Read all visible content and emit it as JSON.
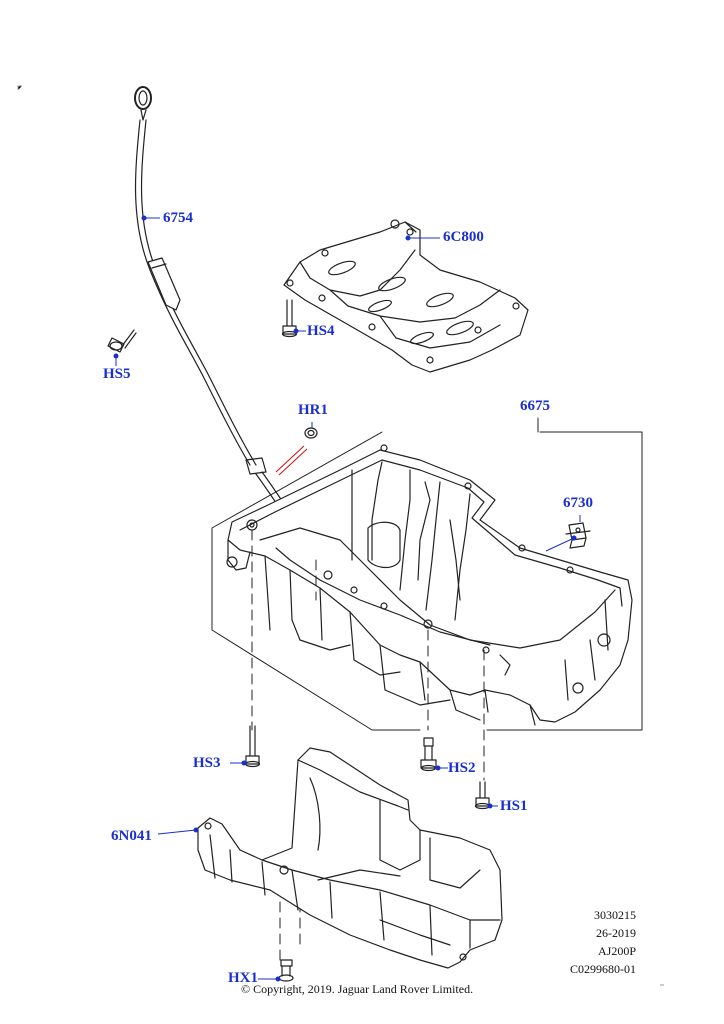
{
  "callouts": {
    "dipstick": "6754",
    "baffle": "6C800",
    "baffle_bolt": "HS4",
    "tube_bolt": "HS5",
    "oring": "HR1",
    "oil_pan": "6675",
    "drain_plug": "6730",
    "pan_bolt_a": "HS3",
    "pan_bolt_b": "HS2",
    "pan_bolt_c": "HS1",
    "lower_pan": "6N041",
    "lower_pan_bolt": "HX1"
  },
  "meta": {
    "line1": "3030215",
    "line2": "26-2019",
    "line3": "AJ200P",
    "line4": "C0299680-01"
  },
  "copyright": "© Copyright, 2019. Jaguar Land Rover Limited.",
  "colors": {
    "callout": "#1a2fd0",
    "leader_red": "#d01010",
    "line": "#222222"
  }
}
